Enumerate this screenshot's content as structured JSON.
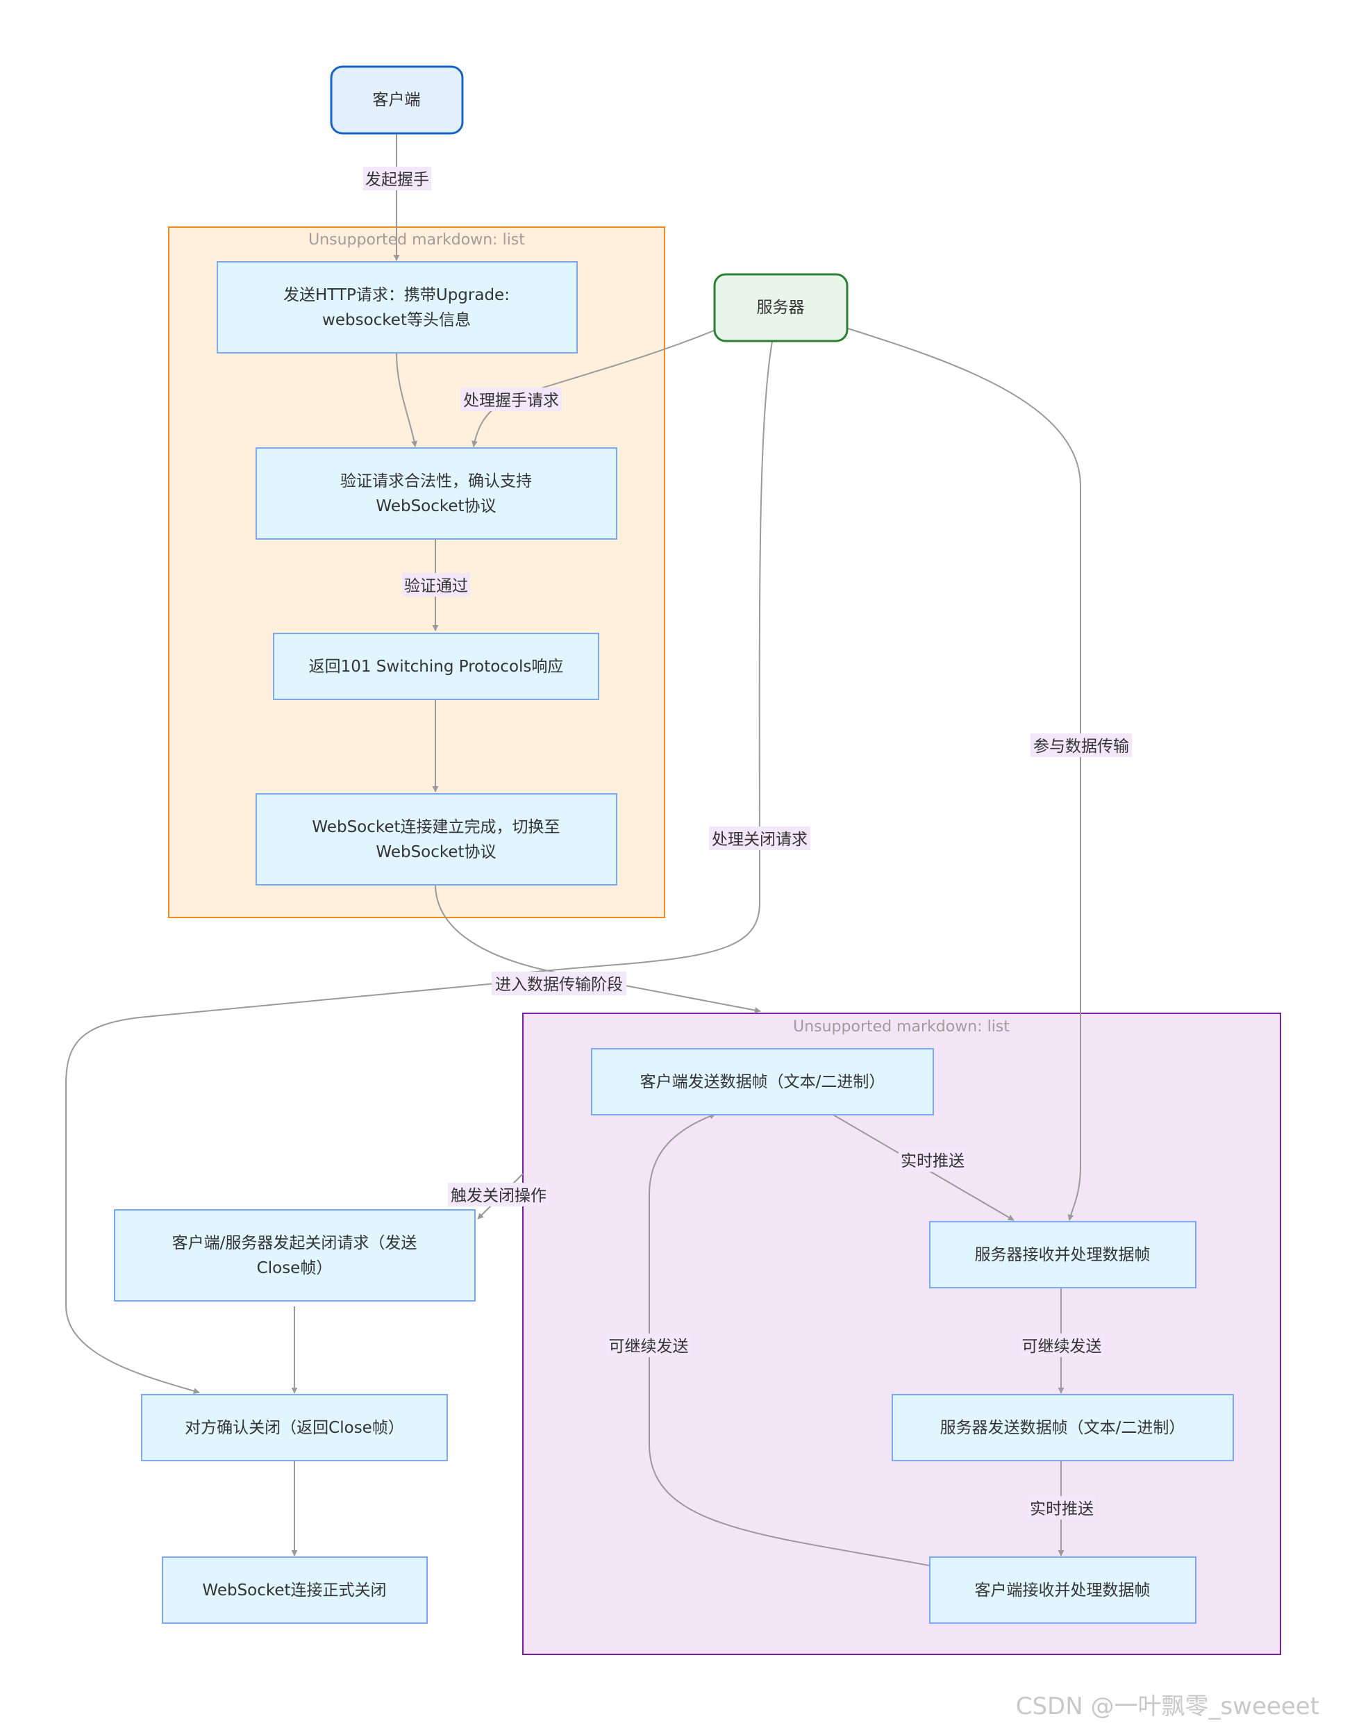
{
  "nodes": {
    "client": "客户端",
    "server": "服务器",
    "send_http": [
      "发送HTTP请求：携带Upgrade:",
      "websocket等头信息"
    ],
    "verify": [
      "验证请求合法性，确认支持",
      "WebSocket协议"
    ],
    "return101": "返回101 Switching Protocols响应",
    "established": [
      "WebSocket连接建立完成，切换至",
      "WebSocket协议"
    ],
    "client_send_frame": "客户端发送数据帧（文本/二进制）",
    "server_recv": "服务器接收并处理数据帧",
    "server_send_frame": "服务器发送数据帧（文本/二进制）",
    "client_recv": "客户端接收并处理数据帧",
    "close_req": [
      "客户端/服务器发起关闭请求（发送",
      "Close帧）"
    ],
    "close_ack": "对方确认关闭（返回Close帧）",
    "closed": "WebSocket连接正式关闭"
  },
  "edge_labels": {
    "initiate": "发起握手",
    "handle_handshake": "处理握手请求",
    "verified": "验证通过",
    "enter_transfer": "进入数据传输阶段",
    "participate": "参与数据传输",
    "handle_close": "处理关闭请求",
    "realtime1": "实时推送",
    "continue1": "可继续发送",
    "realtime2": "实时推送",
    "continue2": "可继续发送",
    "trigger_close": "触发关闭操作"
  },
  "clusters": {
    "handshake_title": "Unsupported markdown: list",
    "transfer_title": "Unsupported markdown: list"
  },
  "watermark": "CSDN @一叶飘零_sweeeet",
  "colors": {
    "client_fill": "#e3f0fc",
    "client_stroke": "#1565c0",
    "server_fill": "#e8f5e9",
    "server_stroke": "#2e7d32",
    "node_fill": "#e1f5fe",
    "node_stroke": "#7ba8f0",
    "cluster1_fill": "#fff0de",
    "cluster1_stroke": "#f08c1c",
    "cluster2_fill": "#f3e5f5",
    "cluster2_stroke": "#7b1fa2",
    "edge": "#9a9a9a"
  }
}
